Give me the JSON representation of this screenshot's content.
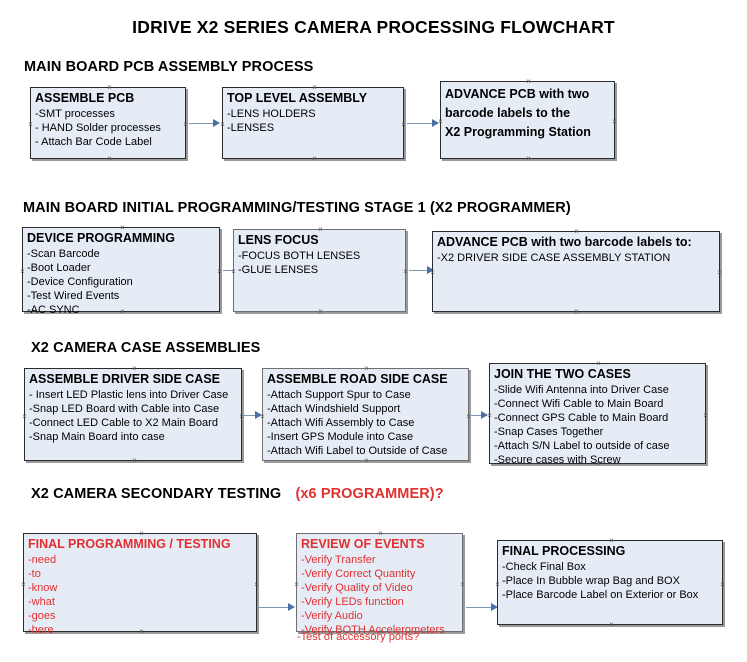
{
  "document": {
    "title": "IDRIVE X2  SERIES CAMERA PROCESSING FLOWCHART"
  },
  "colors": {
    "box_fill": "#e6ecf6",
    "box_border": "#2b2b2b",
    "accent_red": "#e03030",
    "connector": "#7d96b8",
    "arrow": "#4a6fa5",
    "text": "#000000"
  },
  "sections": [
    {
      "id": "main-board-pcb",
      "title": "MAIN BOARD PCB ASSEMBLY PROCESS",
      "title_red": "",
      "nodes": [
        {
          "id": "assemble-pcb",
          "header": "ASSEMBLE PCB",
          "items": [
            "-SMT processes",
            "- HAND Solder processes",
            "- Attach Bar Code Label"
          ]
        },
        {
          "id": "top-level-assembly",
          "header": "TOP LEVEL ASSEMBLY",
          "items": [
            "-LENS HOLDERS",
            "-LENSES"
          ]
        },
        {
          "id": "advance-pcb-station",
          "lines": [
            "ADVANCE PCB with two",
            "barcode labels to the",
            " X2 Programming Station"
          ]
        }
      ]
    },
    {
      "id": "initial-programming",
      "title": "MAIN BOARD INITIAL PROGRAMMING/TESTING STAGE 1 (X2 PROGRAMMER)",
      "nodes": [
        {
          "id": "device-programming",
          "header": "DEVICE PROGRAMMING",
          "items": [
            "-Scan Barcode",
            "-Boot Loader",
            "-Device Configuration",
            "-Test Wired Events",
            "-AC SYNC"
          ]
        },
        {
          "id": "lens-focus",
          "header": "LENS FOCUS",
          "items": [
            "-FOCUS BOTH LENSES",
            "-GLUE LENSES"
          ]
        },
        {
          "id": "advance-pcb-driver-side",
          "header": "ADVANCE PCB with two barcode labels to:",
          "items": [
            "-X2 DRIVER  SIDE  CASE  ASSEMBLY STATION"
          ]
        }
      ]
    },
    {
      "id": "case-assemblies",
      "title": "X2 CAMERA CASE ASSEMBLIES",
      "nodes": [
        {
          "id": "assemble-driver-side-case",
          "header": "ASSEMBLE DRIVER SIDE CASE",
          "items": [
            "- Insert LED Plastic lens into Driver Case",
            "-Snap LED Board with Cable into Case",
            "-Connect LED Cable to X2 Main Board",
            "-Snap Main Board into case"
          ]
        },
        {
          "id": "assemble-road-side-case",
          "header": "ASSEMBLE ROAD SIDE CASE",
          "items": [
            "-Attach Support Spur to Case",
            "-Attach Windshield Support",
            "-Attach Wifi Assembly to Case",
            "-Insert GPS Module into Case",
            "-Attach Wifi Label to Outside of Case"
          ]
        },
        {
          "id": "join-the-two-cases",
          "header": "JOIN THE TWO CASES",
          "items": [
            "-Slide Wifi Antenna into Driver Case",
            "-Connect Wifi Cable to Main Board",
            "-Connect GPS Cable to Main Board",
            "-Snap Cases Together",
            "-Attach S/N Label to outside of case",
            "-Secure cases with Screw"
          ]
        }
      ]
    },
    {
      "id": "secondary-testing",
      "title": "X2 CAMERA SECONDARY TESTING",
      "title_red": "(x6 PROGRAMMER)?",
      "nodes": [
        {
          "id": "final-programming-testing",
          "header": "FINAL PROGRAMMING / TESTING",
          "items": [
            "-need",
            "-to",
            "-know",
            "-what",
            "-goes",
            "-here"
          ]
        },
        {
          "id": "review-of-events",
          "header": "REVIEW OF EVENTS",
          "items": [
            "-Verify Transfer",
            "-Verify Correct Quantity",
            "-Verify Quality of Video",
            "-Verify LEDs function",
            "-Verify Audio",
            "-Verify BOTH Accelerometers"
          ],
          "overflow_item": "-Test of accessory ports?"
        },
        {
          "id": "final-processing",
          "header": "FINAL PROCESSING",
          "items": [
            " -Check Final Box",
            "-Place In Bubble wrap Bag and BOX",
            "-Place Barcode Label on Exterior or Box"
          ]
        }
      ]
    }
  ]
}
